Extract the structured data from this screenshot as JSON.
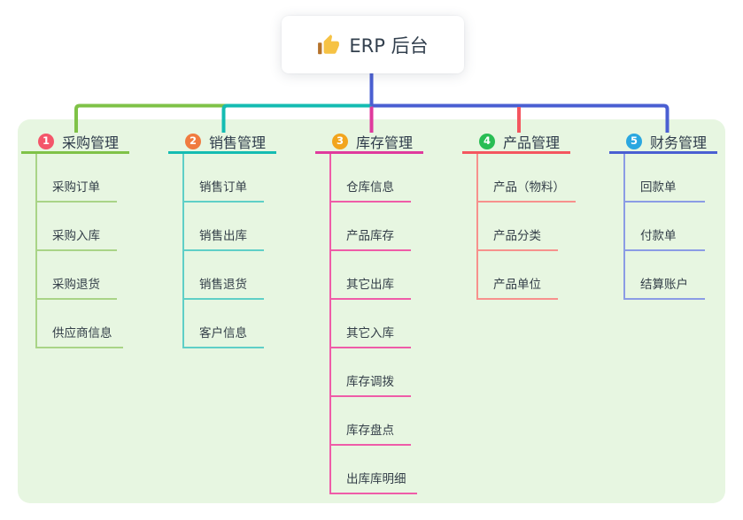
{
  "root": {
    "title": "ERP 后台",
    "icon": "thumbs-up",
    "box_color": "#ffffff",
    "line_color": "#4a5fd2"
  },
  "panel": {
    "background": "#e7f6e1"
  },
  "branches": [
    {
      "badge": "1",
      "title": "采购管理",
      "badge_color": "#f4566a",
      "accent_color": "#7fc247",
      "line_color": "#a9d487",
      "items": [
        "采购订单",
        "采购入库",
        "采购退货",
        "供应商信息"
      ]
    },
    {
      "badge": "2",
      "title": "销售管理",
      "badge_color": "#f07b3f",
      "accent_color": "#14bcb2",
      "line_color": "#5fcfc7",
      "items": [
        "销售订单",
        "销售出库",
        "销售退货",
        "客户信息"
      ]
    },
    {
      "badge": "3",
      "title": "库存管理",
      "badge_color": "#f2a51d",
      "accent_color": "#df3a9d",
      "line_color": "#ef5ca8",
      "items": [
        "仓库信息",
        "产品库存",
        "其它出库",
        "其它入库",
        "库存调拨",
        "库存盘点",
        "出库库明细"
      ]
    },
    {
      "badge": "4",
      "title": "产品管理",
      "badge_color": "#28bd53",
      "accent_color": "#f4565f",
      "line_color": "#f7918d",
      "items": [
        "产品（物料）",
        "产品分类",
        "产品单位"
      ]
    },
    {
      "badge": "5",
      "title": "财务管理",
      "badge_color": "#2aa7e0",
      "accent_color": "#4a5fd2",
      "line_color": "#8b9ce5",
      "items": [
        "回款单",
        "付款单",
        "结算账户"
      ]
    }
  ]
}
